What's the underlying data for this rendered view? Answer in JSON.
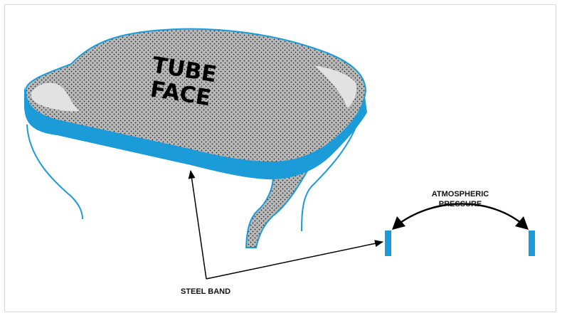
{
  "labels": {
    "face_line1": "TUBE",
    "face_line2": "FACE",
    "steel_band": "STEEL BAND",
    "atmo_line1": "ATMOSPHERIC",
    "atmo_line2": "PRESSURE"
  },
  "colors": {
    "band": "#1b9bd7",
    "face": "#b9b9b9",
    "highlight": "#e2e2e2",
    "dots": "#222222",
    "outline": "#1b9bd7",
    "ink": "#000000"
  }
}
